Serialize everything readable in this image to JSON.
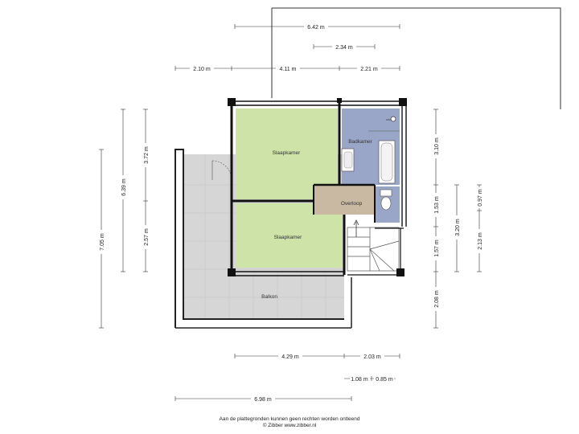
{
  "rooms": {
    "bedroom_top": "Slaapkamer",
    "bedroom_bottom": "Slaapkamer",
    "bathroom": "Badkamer",
    "landing": "Overloop",
    "balcony": "Balkon"
  },
  "dimensions": {
    "top_total": "6.42 m",
    "top_sub": "2.34 m",
    "row_a": "2.10 m",
    "row_b": "4.11 m",
    "row_c": "2.21 m",
    "left_outer": "7.05 m",
    "left_mid": "6.39 m",
    "left_inner_top": "3.72 m",
    "left_inner_bottom": "2.57 m",
    "right_a": "3.10 m",
    "right_b": "1.53 m",
    "right_c": "1.57 m",
    "right_d": "2.08 m",
    "right_e": "3.20 m",
    "right_f": "0.97 m",
    "right_g": "2.13 m",
    "bottom_a": "4.29 m",
    "bottom_b": "2.03 m",
    "bottom_c": "1.08 m",
    "bottom_d": "0.85 m",
    "bottom_total": "6.98 m"
  },
  "footer": {
    "disclaimer": "Aan de plattegronden kunnen geen rechten worden ontleend",
    "credit": "© Zibber www.zibber.nl"
  },
  "colors": {
    "bedroom": "#cde3a8",
    "bathroom": "#9aa6c8",
    "landing": "#c9b9a2",
    "balcony": "#d6d6d6",
    "wall": "#111111"
  }
}
